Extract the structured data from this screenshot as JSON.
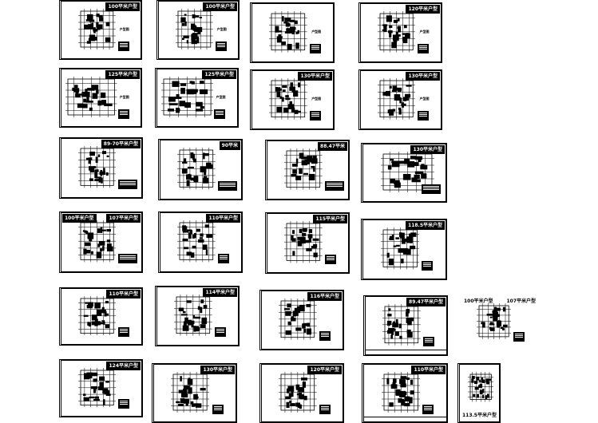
{
  "drawing_set": {
    "sheets": [
      {
        "title": "100平米户型",
        "note": "户型图"
      },
      {
        "title": "100平米户型",
        "note": "户型图"
      },
      {
        "title": "",
        "note": "户型图"
      },
      {
        "title": "120平米户型",
        "note": "户型图"
      },
      {
        "title": "125平米户型",
        "note": "户型图"
      },
      {
        "title": "125平米户型",
        "note": "户型图"
      },
      {
        "title": "130平米户型",
        "note": "户型图"
      },
      {
        "title": "130平米户型",
        "note": "户型图"
      },
      {
        "title": "89-70平米户型",
        "note": ""
      },
      {
        "title": "90平米",
        "note": ""
      },
      {
        "title": "88.47平米",
        "note": ""
      },
      {
        "title": "130平米户型",
        "note": ""
      },
      {
        "title": "100平米户型",
        "title2": "107平米户型",
        "note": ""
      },
      {
        "title": "110平米户型",
        "note": ""
      },
      {
        "title": "115平米户型",
        "note": ""
      },
      {
        "title": "118.5平米户型",
        "note": ""
      },
      {
        "title": "110平米户型",
        "note": ""
      },
      {
        "title": "114平米户型",
        "note": ""
      },
      {
        "title": "116平米户型",
        "note": ""
      },
      {
        "title": "89.47平米户型",
        "note": ""
      },
      {
        "title": "100平米户型",
        "title2": "107平米户型",
        "note": ""
      },
      {
        "title": "124平米户型",
        "note": ""
      },
      {
        "title": "130平米户型",
        "note": ""
      },
      {
        "title": "120平米户型",
        "note": ""
      },
      {
        "title": "110平米户型",
        "note": ""
      },
      {
        "title": "113.5平米户型",
        "note": ""
      }
    ]
  }
}
